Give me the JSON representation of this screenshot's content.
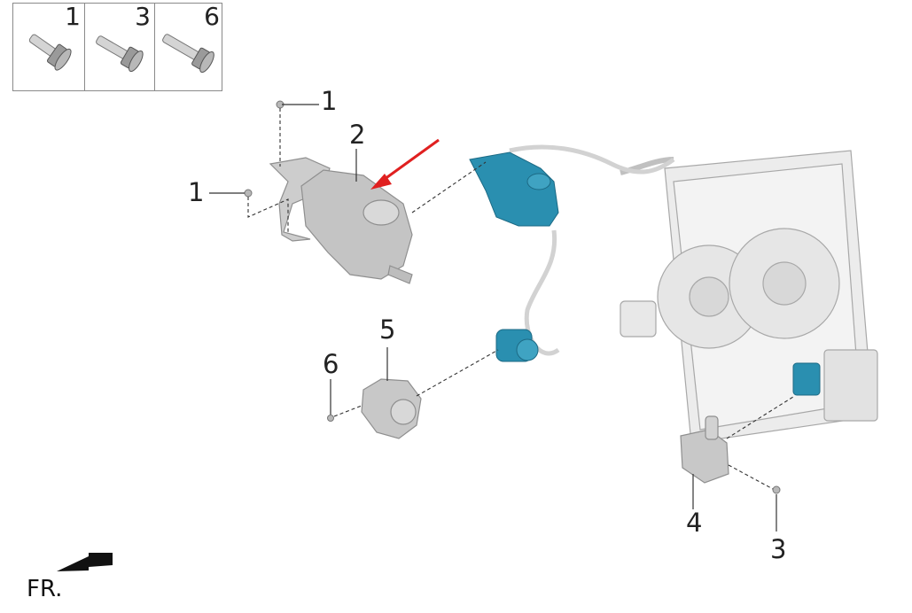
{
  "legend": {
    "items": [
      {
        "number": "1",
        "icon": "bolt-short-icon"
      },
      {
        "number": "3",
        "icon": "bolt-medium-icon"
      },
      {
        "number": "6",
        "icon": "bolt-long-icon"
      }
    ]
  },
  "callouts": {
    "c1_top": "1",
    "c1_left": "1",
    "c2": "2",
    "c5": "5",
    "c6": "6",
    "c4": "4",
    "c3": "3"
  },
  "direction_label": "FR.",
  "colors": {
    "highlight_part": "#2a8fb0",
    "part_gray": "#c9c9c9",
    "pointer_arrow": "#e02020",
    "line": "#333333"
  }
}
